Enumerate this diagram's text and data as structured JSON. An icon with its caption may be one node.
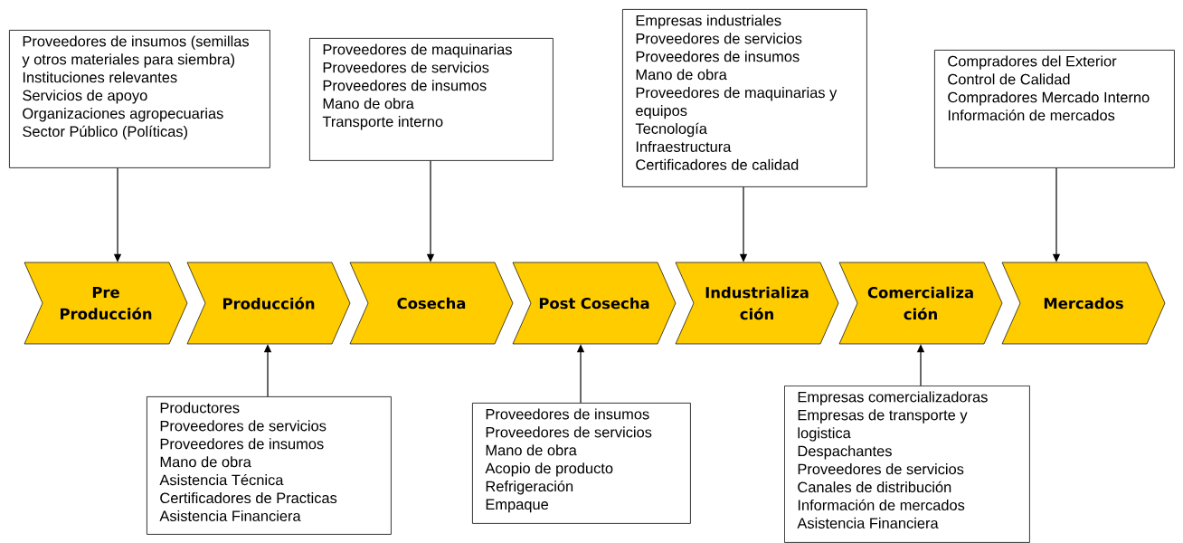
{
  "diagram": {
    "nodes": [
      {
        "text": [
          "Proveedores de insumos (semillas y otros materiales para siembra)",
          "Instituciones relevantes",
          "Servicios de apoyo",
          "Organizaciones agropecuarias",
          "Sector Público (Políticas)"
        ]
      },
      {
        "text": [
          "Proveedores de maquinarias",
          "Proveedores de servicios",
          "Proveedores de insumos",
          "Mano de obra",
          "Transporte interno"
        ]
      },
      {
        "text": [
          "Empresas industriales",
          "Proveedores de servicios",
          "Proveedores de insumos",
          "Mano de obra",
          "Proveedores de maquinarias y equipos",
          "Tecnología",
          "Infraestructura",
          "Certificadores de calidad"
        ]
      },
      {
        "text": [
          "Compradores del Exterior",
          "Control de Calidad",
          "Compradores Mercado Interno",
          "Información de mercados"
        ]
      },
      {
        "text": [
          "Pre Producción"
        ]
      },
      {
        "text": [
          "Producción"
        ]
      },
      {
        "text": [
          "Cosecha"
        ]
      },
      {
        "text": [
          "Post Cosecha"
        ]
      },
      {
        "text": [
          "Industrializa ción"
        ]
      },
      {
        "text": [
          "Comercializa ción"
        ]
      },
      {
        "text": [
          "Mercados"
        ]
      },
      {
        "text": [
          "Productores",
          "Proveedores de servicios",
          "Proveedores de insumos",
          "Mano de obra",
          "Asistencia Técnica",
          "Certificadores de Practicas",
          "Asistencia Financiera"
        ]
      },
      {
        "text": [
          "Proveedores de insumos",
          "Proveedores de servicios",
          "Mano de obra",
          "Acopio de producto",
          "Refrigeración",
          "Empaque"
        ]
      },
      {
        "text": [
          "Empresas comercializadoras",
          "Empresas de transporte y logistica",
          "Despachantes",
          "Proveedores de servicios",
          "Canales de distribución",
          "Información de mercados",
          "Asistencia Financiera"
        ]
      }
    ],
    "edges": [
      {
        "from": 0,
        "to": 4,
        "arrow": "to"
      },
      {
        "from": 1,
        "to": 6,
        "arrow": "to"
      },
      {
        "from": 2,
        "to": 8,
        "arrow": "to"
      },
      {
        "from": 3,
        "to": 10,
        "arrow": "to"
      },
      {
        "from": 11,
        "to": 5,
        "arrow": "to"
      },
      {
        "from": 12,
        "to": 7,
        "arrow": "to"
      },
      {
        "from": 13,
        "to": 9,
        "arrow": "to"
      }
    ]
  }
}
